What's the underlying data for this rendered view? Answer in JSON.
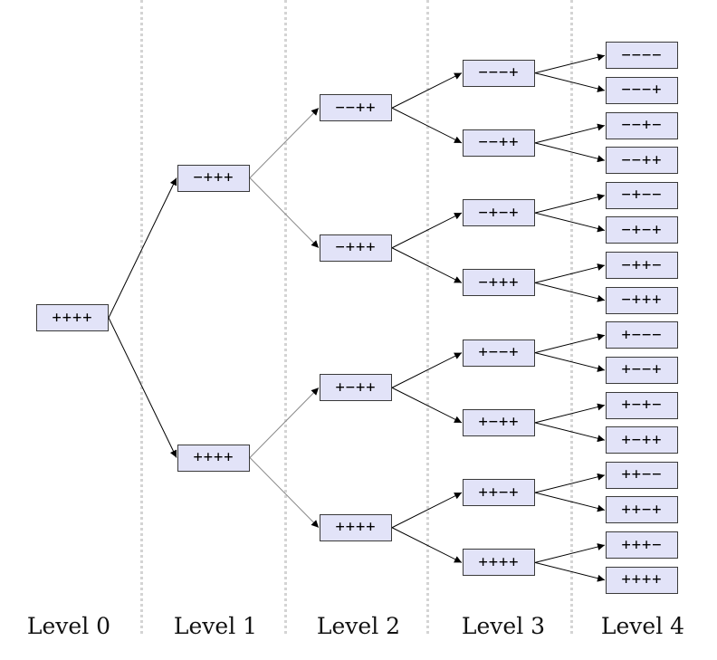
{
  "levels": [
    "Level 0",
    "Level 1",
    "Level 2",
    "Level 3",
    "Level 4"
  ],
  "tree": {
    "label": "++++",
    "children": [
      {
        "label": "−+++",
        "children": [
          {
            "label": "−−++",
            "children": [
              {
                "label": "−−−+",
                "children": [
                  {
                    "label": "−−−−"
                  },
                  {
                    "label": "−−−+"
                  }
                ]
              },
              {
                "label": "−−++",
                "children": [
                  {
                    "label": "−−+−"
                  },
                  {
                    "label": "−−++"
                  }
                ]
              }
            ]
          },
          {
            "label": "−+++",
            "children": [
              {
                "label": "−+−+",
                "children": [
                  {
                    "label": "−+−−"
                  },
                  {
                    "label": "−+−+"
                  }
                ]
              },
              {
                "label": "−+++",
                "children": [
                  {
                    "label": "−++−"
                  },
                  {
                    "label": "−+++"
                  }
                ]
              }
            ]
          }
        ]
      },
      {
        "label": "++++",
        "children": [
          {
            "label": "+−++",
            "children": [
              {
                "label": "+−−+",
                "children": [
                  {
                    "label": "+−−−"
                  },
                  {
                    "label": "+−−+"
                  }
                ]
              },
              {
                "label": "+−++",
                "children": [
                  {
                    "label": "+−+−"
                  },
                  {
                    "label": "+−++"
                  }
                ]
              }
            ]
          },
          {
            "label": "++++",
            "children": [
              {
                "label": "++−+",
                "children": [
                  {
                    "label": "++−−"
                  },
                  {
                    "label": "++−+"
                  }
                ]
              },
              {
                "label": "++++",
                "children": [
                  {
                    "label": "+++−"
                  },
                  {
                    "label": "++++"
                  }
                ]
              }
            ]
          }
        ]
      }
    ]
  }
}
